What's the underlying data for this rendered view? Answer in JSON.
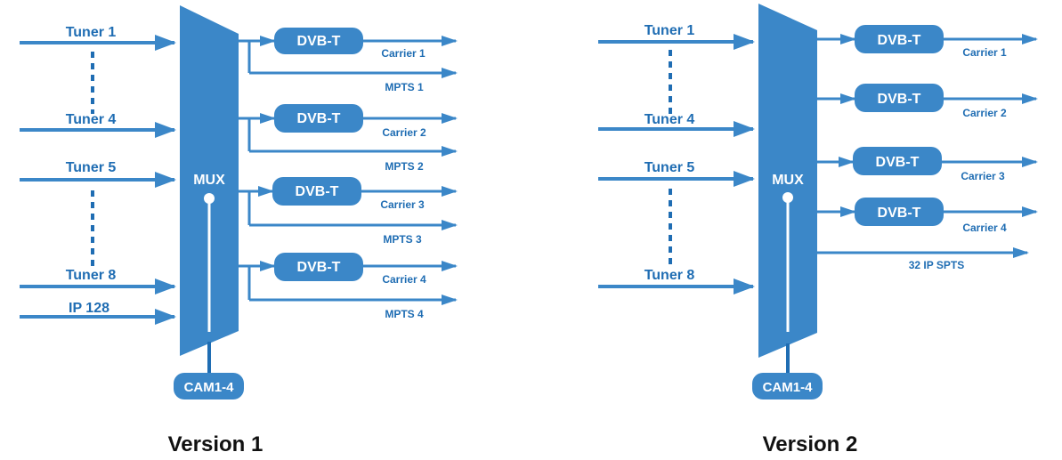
{
  "colors": {
    "accent": "#3b87c8",
    "dark": "#1f6db3",
    "caption": "#111111"
  },
  "version1": {
    "caption": "Version 1",
    "inputs": [
      "Tuner 1",
      "Tuner 4",
      "Tuner 5",
      "Tuner 8",
      "IP 128"
    ],
    "mux": "MUX",
    "cam": "CAM1-4",
    "modulators": [
      {
        "box": "DVB-T",
        "carrier": "Carrier 1",
        "mpts": "MPTS 1"
      },
      {
        "box": "DVB-T",
        "carrier": "Carrier 2",
        "mpts": "MPTS 2"
      },
      {
        "box": "DVB-T",
        "carrier": "Carrier 3",
        "mpts": "MPTS 3"
      },
      {
        "box": "DVB-T",
        "carrier": "Carrier 4",
        "mpts": "MPTS 4"
      }
    ]
  },
  "version2": {
    "caption": "Version 2",
    "inputs": [
      "Tuner 1",
      "Tuner 4",
      "Tuner 5",
      "Tuner 8"
    ],
    "mux": "MUX",
    "cam": "CAM1-4",
    "modulators": [
      {
        "box": "DVB-T",
        "carrier": "Carrier 1"
      },
      {
        "box": "DVB-T",
        "carrier": "Carrier 2"
      },
      {
        "box": "DVB-T",
        "carrier": "Carrier 3"
      },
      {
        "box": "DVB-T",
        "carrier": "Carrier 4"
      }
    ],
    "ip_output": "32 IP SPTS"
  }
}
